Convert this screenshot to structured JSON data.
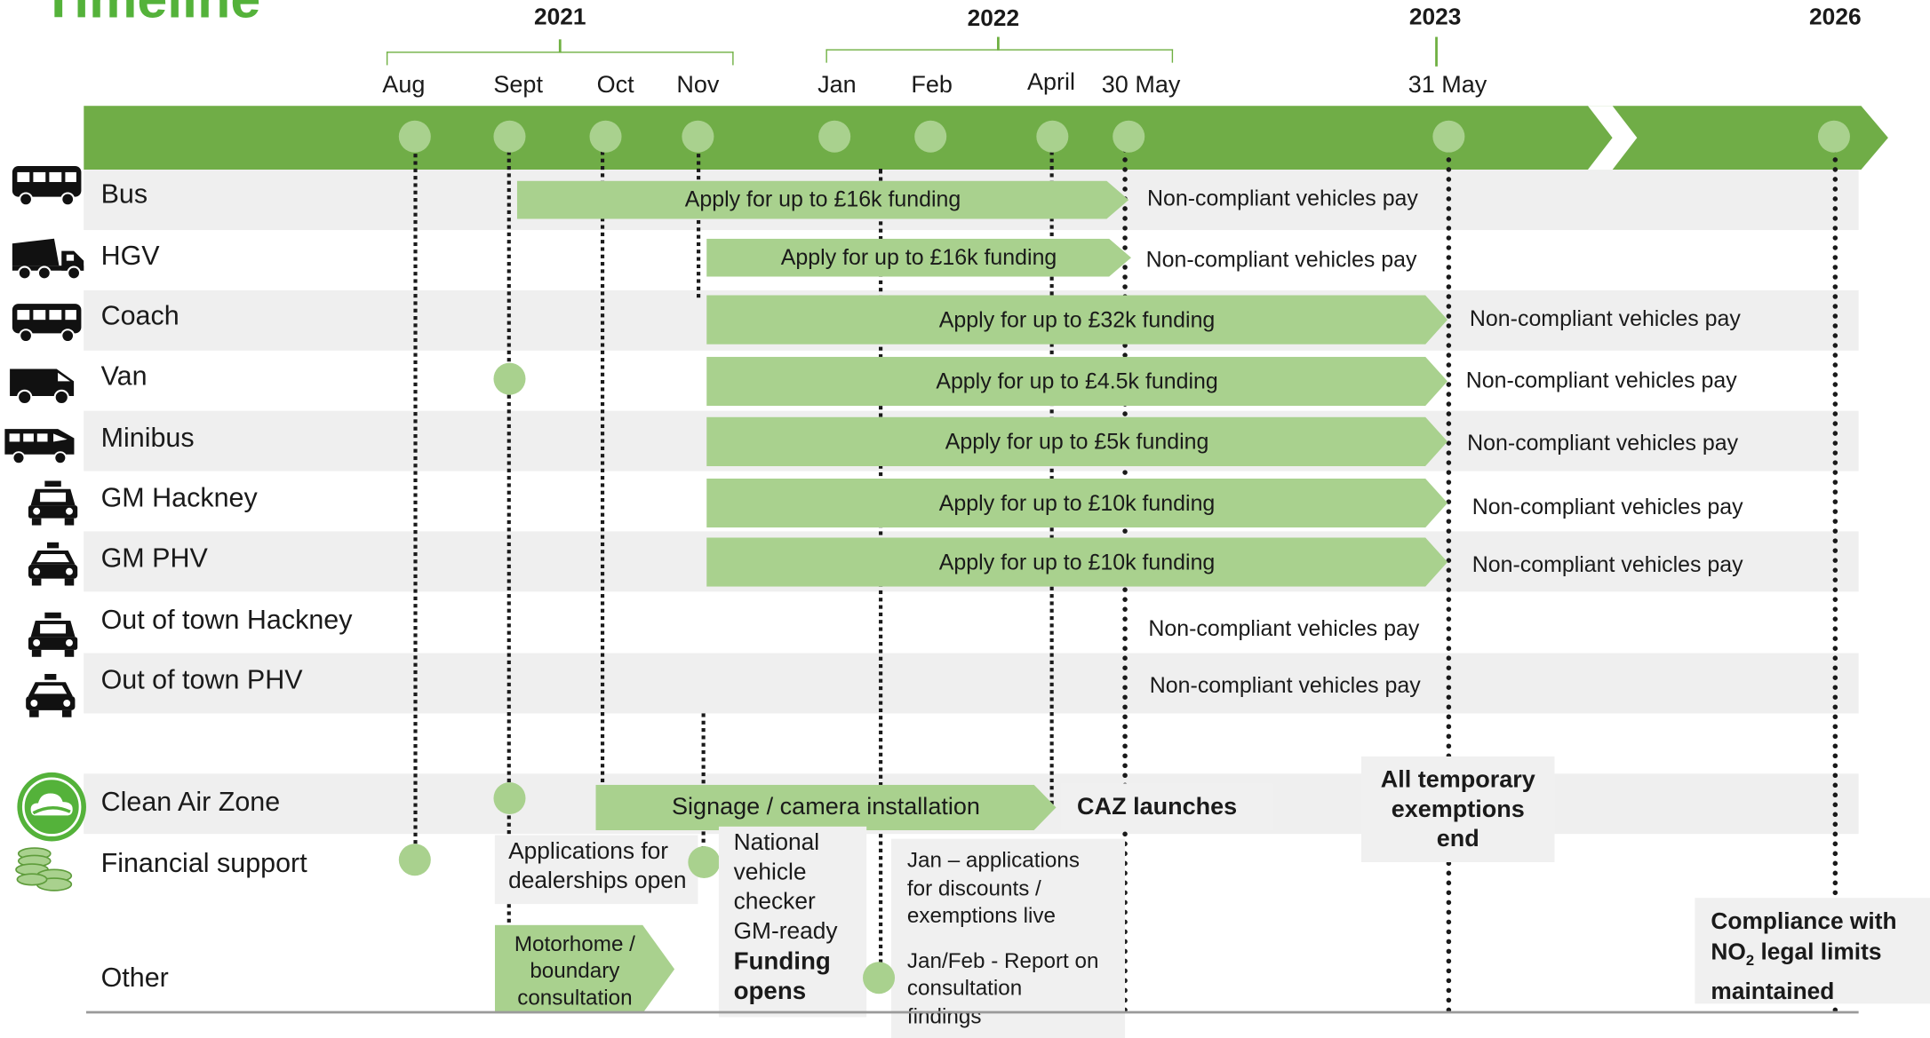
{
  "title": "Timeline",
  "years": {
    "y2021": "2021",
    "y2022": "2022",
    "y2023": "2023",
    "y2026": "2026"
  },
  "months": {
    "aug": "Aug",
    "sept": "Sept",
    "oct": "Oct",
    "nov": "Nov",
    "jan": "Jan",
    "feb": "Feb",
    "april": "April",
    "may30": "30 May",
    "may31": "31 May"
  },
  "rows": [
    {
      "label": "Bus",
      "icon": "bus-icon",
      "funding": "Apply for up to £16k funding",
      "pay": "Non-compliant vehicles pay"
    },
    {
      "label": "HGV",
      "icon": "truck-icon",
      "funding": "Apply for up to £16k funding",
      "pay": "Non-compliant vehicles pay"
    },
    {
      "label": "Coach",
      "icon": "coach-icon",
      "funding": "Apply for up to £32k funding",
      "pay": "Non-compliant vehicles pay"
    },
    {
      "label": "Van",
      "icon": "van-icon",
      "funding": "Apply for up to £4.5k funding",
      "pay": "Non-compliant vehicles pay"
    },
    {
      "label": "Minibus",
      "icon": "minibus-icon",
      "funding": "Apply for up to £5k funding",
      "pay": "Non-compliant vehicles pay"
    },
    {
      "label": "GM Hackney",
      "icon": "taxi-cab-icon",
      "funding": "Apply for up to £10k funding",
      "pay": "Non-compliant vehicles pay"
    },
    {
      "label": "GM PHV",
      "icon": "car-icon",
      "funding": "Apply for up to £10k funding",
      "pay": "Non-compliant vehicles pay"
    },
    {
      "label": "Out of town Hackney",
      "icon": "taxi-cab-icon",
      "pay": "Non-compliant vehicles pay"
    },
    {
      "label": "Out of town PHV",
      "icon": "car-icon",
      "pay": "Non-compliant vehicles pay"
    }
  ],
  "caz": {
    "label": "Clean Air Zone",
    "icon": "cloud-badge-icon",
    "signage": "Signage / camera installation",
    "launch": "CAZ launches",
    "exemptions_line1": "All temporary",
    "exemptions_line2": "exemptions",
    "exemptions_line3": "end"
  },
  "financial": {
    "label": "Financial support",
    "icon": "coins-icon",
    "dealerships_line1": "Applications for",
    "dealerships_line2": "dealership",
    "dealerships_line2b": "s open",
    "checker_line1": "National",
    "checker_line2": "vehicle",
    "checker_line3": "checker",
    "checker_line4": "GM-ready",
    "funding_line1": "Funding",
    "funding_line2": "opens",
    "jan_line1": "Jan – applications",
    "jan_line2": "for discounts /",
    "jan_line3": "exemptions live",
    "report_line1": "Jan/Feb - Report on",
    "report_line2": "consultation",
    "report_line3": "findings"
  },
  "other": {
    "label": "Other",
    "consult_line1": "Motorhome /",
    "consult_line2": "boundary",
    "consult_line3": "consultation"
  },
  "compliance": {
    "line1": "Compliance with",
    "line2_prefix": "NO",
    "line2_sub": "2",
    "line2_suffix": " legal limits",
    "line3": "maintained"
  },
  "colors": {
    "title": "#54b23a",
    "arrow": "#70ad47",
    "chevron": "#a9d18e",
    "band": "#efefef",
    "box": "#f0f0f0"
  }
}
